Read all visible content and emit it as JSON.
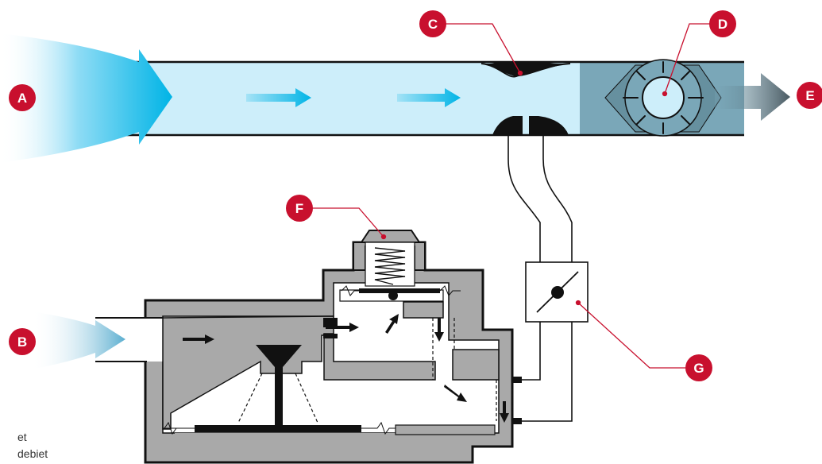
{
  "labels": {
    "a": "A",
    "b": "B",
    "c": "C",
    "d": "D",
    "e": "E",
    "f": "F",
    "g": "G"
  },
  "side_text": {
    "line1": "et",
    "line2": "debiet"
  },
  "colors": {
    "label_fill": "#c8102e",
    "leader_line": "#c8102e",
    "air_flow": "#00b4e6",
    "air_duct": "#cdeefa",
    "gas_flow": "#5aaed0",
    "housing": "#a9a9a9",
    "housing_outline": "#1a1a1a",
    "fan_section": "#7aa7b8",
    "exhaust": "#5a6a72"
  },
  "icons": {
    "fan": "fan-rotor-icon",
    "valve": "butterfly-valve-icon",
    "spring": "spring-icon"
  }
}
